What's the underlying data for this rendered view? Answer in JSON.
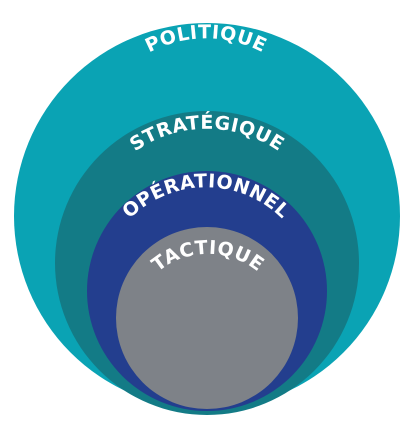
{
  "rings": [
    {
      "id": "politique",
      "label": "POLITIQUE",
      "color": "#0AA3B4"
    },
    {
      "id": "strategique",
      "label": "STRATÉGIQUE",
      "color": "#137B86"
    },
    {
      "id": "operationnel",
      "label": "OPÉRATIONNEL",
      "color": "#233E8E"
    },
    {
      "id": "tactique",
      "label": "TACTIQUE",
      "color": "#7E8288"
    }
  ],
  "background": "#FFFFFF"
}
